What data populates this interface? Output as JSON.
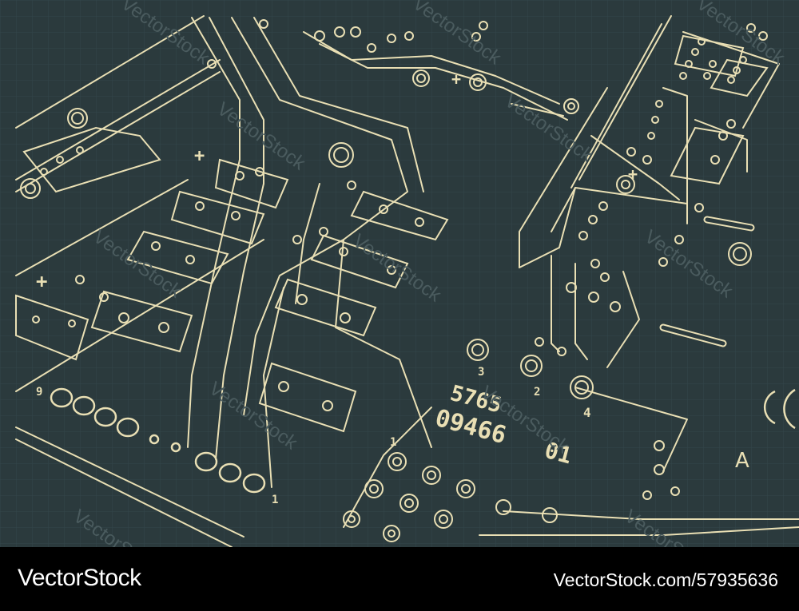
{
  "labels": {
    "num_5765": "5765",
    "num_09466": "09466",
    "num_01": "01",
    "pin_1": "1",
    "pin_2": "2",
    "pin_3": "3",
    "pin_4": "4",
    "pin_9": "9",
    "pin_1b": "1",
    "letter_a": "A",
    "plus": "+"
  },
  "watermark": "VectorStock",
  "footer": {
    "brand": "VectorStock",
    "url": "VectorStock.com/57935636"
  },
  "colors": {
    "board": "#2b3a3d",
    "trace": "#e9dfb4",
    "footer_bg": "#000000",
    "footer_text": "#ffffff"
  }
}
